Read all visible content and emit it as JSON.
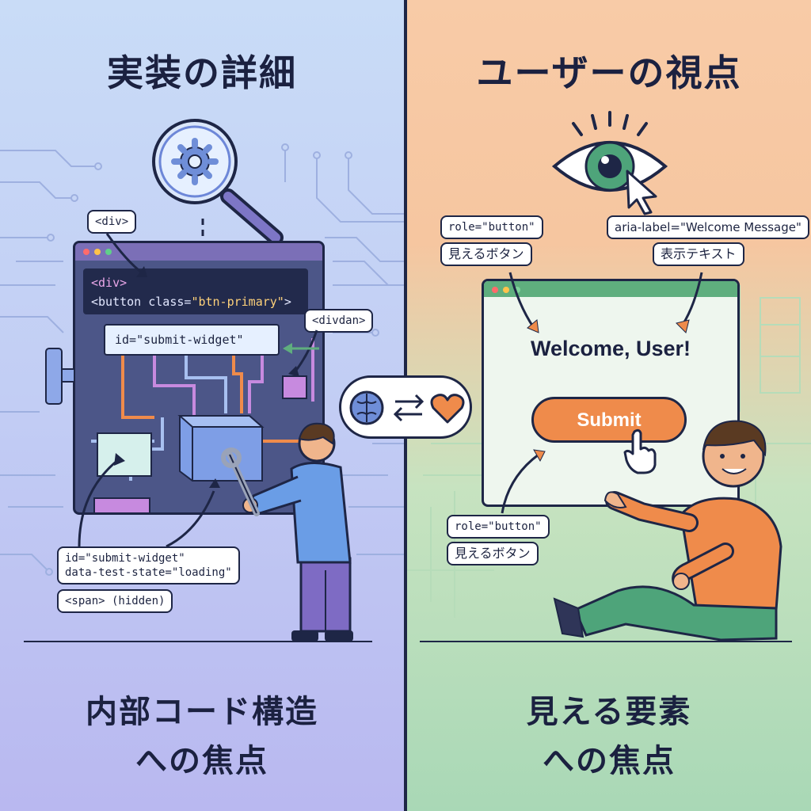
{
  "left": {
    "title": "実装の詳細",
    "tag_div": "<div>",
    "code_line1": "<div>",
    "code_line2_prefix": "<button class=",
    "code_line2_attr": "\"btn-primary\"",
    "code_line2_suffix": ">",
    "tag_divdan": "<divdan>",
    "id_box": "id=\"submit-widget\"",
    "tag_submit_widget_line1": "id=\"submit-widget\"",
    "tag_submit_widget_line2": "data-test-state=\"loading\"",
    "tag_span_hidden": "<span> (hidden)",
    "caption_line1": "内部コード構造",
    "caption_line2": "への焦点"
  },
  "right": {
    "title": "ユーザーの視点",
    "tag_role_button_top": "role=\"button\"",
    "tag_visible_button_top": "見えるボタン",
    "tag_aria_label": "aria-label=\"Welcome Message\"",
    "tag_display_text": "表示テキスト",
    "welcome_text": "Welcome, User!",
    "submit_label": "Submit",
    "tag_role_button_bottom": "role=\"button\"",
    "tag_visible_button_bottom": "見えるボタン",
    "caption_line1": "見える要素",
    "caption_line2": "への焦点"
  },
  "bridge": {
    "icons": [
      "brain-icon",
      "swap-arrows-icon",
      "heart-icon"
    ]
  },
  "colors": {
    "outline": "#1e2646",
    "left_window": "#4c5688",
    "submit_orange": "#ef8b4b",
    "right_titlebar": "#5fae7e",
    "heart": "#ef8b4b"
  }
}
